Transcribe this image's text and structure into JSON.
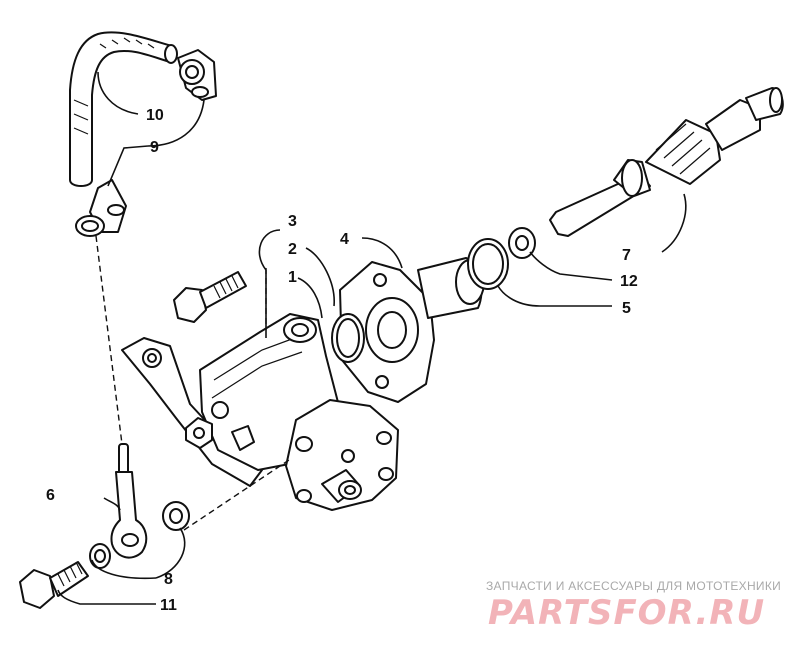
{
  "diagram": {
    "callouts": [
      {
        "id": "c1",
        "label": "1"
      },
      {
        "id": "c2",
        "label": "2"
      },
      {
        "id": "c3",
        "label": "3"
      },
      {
        "id": "c4",
        "label": "4"
      },
      {
        "id": "c5",
        "label": "5"
      },
      {
        "id": "c6",
        "label": "6"
      },
      {
        "id": "c7",
        "label": "7"
      },
      {
        "id": "c8",
        "label": "8"
      },
      {
        "id": "c9",
        "label": "9"
      },
      {
        "id": "c10",
        "label": "10"
      },
      {
        "id": "c11",
        "label": "11"
      },
      {
        "id": "c12",
        "label": "12"
      }
    ]
  },
  "watermark": {
    "tagline": "ЗАПЧАСТИ И АКСЕССУАРЫ ДЛЯ МОТОТЕХНИКИ",
    "logo": "PARTSFOR.RU",
    "logo_color": "#f2b3b8",
    "tagline_color": "#a9a9a9"
  }
}
